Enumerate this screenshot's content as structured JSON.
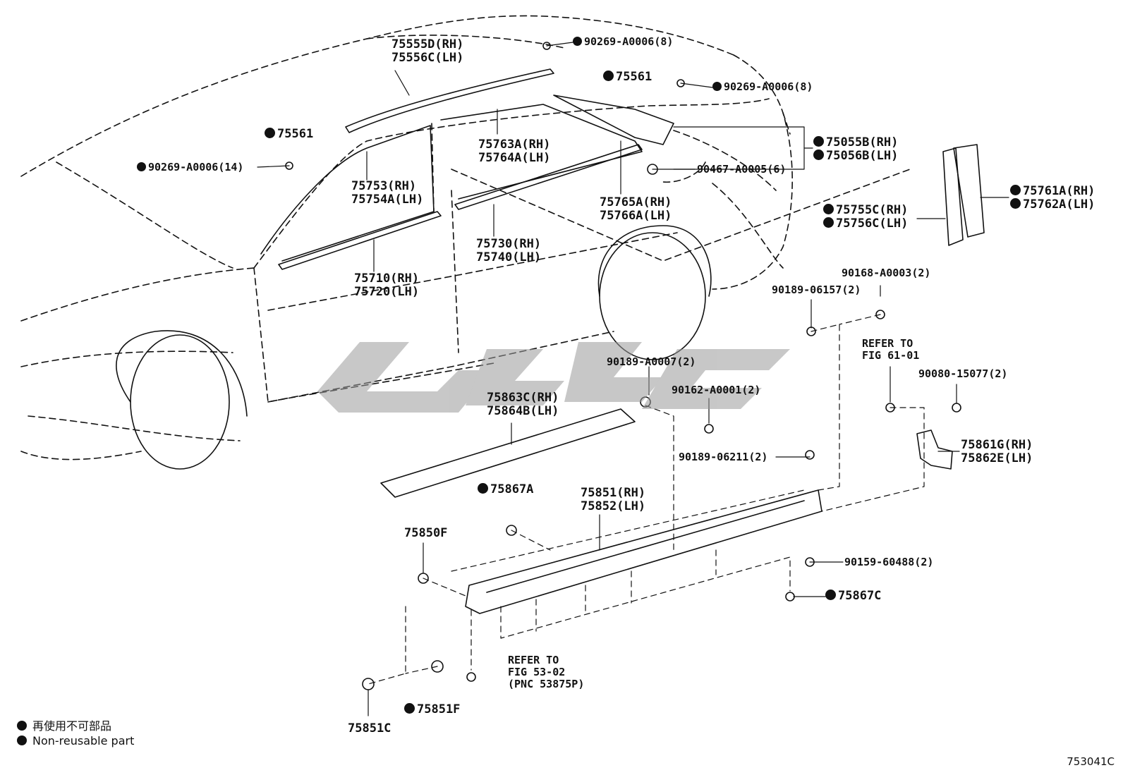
{
  "labels": [
    {
      "id": "l1",
      "lines": [
        "75555D(RH)",
        "75556C(LH)"
      ],
      "dot": false
    },
    {
      "id": "l2",
      "lines": [
        "90269-A0006(8)"
      ],
      "dot": true
    },
    {
      "id": "l3",
      "lines": [
        "75561"
      ],
      "dot": true
    },
    {
      "id": "l4",
      "lines": [
        "90269-A0006(8)"
      ],
      "dot": true
    },
    {
      "id": "l5",
      "lines": [
        "75561"
      ],
      "dot": true
    },
    {
      "id": "l6",
      "lines": [
        "90269-A0006(14)"
      ],
      "dot": true
    },
    {
      "id": "l7",
      "lines": [
        "75763A(RH)",
        "75764A(LH)"
      ],
      "dot": false
    },
    {
      "id": "l8",
      "lines": [
        "75055B(RH)",
        "75056B(LH)"
      ],
      "dot": true
    },
    {
      "id": "l9",
      "lines": [
        "90467-A0005(6)"
      ],
      "dot": false
    },
    {
      "id": "l10",
      "lines": [
        "75753(RH)",
        "75754A(LH)"
      ],
      "dot": false
    },
    {
      "id": "l11",
      "lines": [
        "75765A(RH)",
        "75766A(LH)"
      ],
      "dot": false
    },
    {
      "id": "l12",
      "lines": [
        "75761A(RH)",
        "75762A(LH)"
      ],
      "dot": true
    },
    {
      "id": "l13",
      "lines": [
        "75755C(RH)",
        "75756C(LH)"
      ],
      "dot": true
    },
    {
      "id": "l14",
      "lines": [
        "75730(RH)",
        "75740(LH)"
      ],
      "dot": false
    },
    {
      "id": "l15",
      "lines": [
        "75710(RH)",
        "75720(LH)"
      ],
      "dot": false
    },
    {
      "id": "l16",
      "lines": [
        "90168-A0003(2)"
      ],
      "dot": false
    },
    {
      "id": "l17",
      "lines": [
        "90189-06157(2)"
      ],
      "dot": false
    },
    {
      "id": "l18",
      "lines": [
        "REFER TO",
        "FIG 61-01"
      ],
      "dot": false
    },
    {
      "id": "l19",
      "lines": [
        "90189-A0007(2)"
      ],
      "dot": false
    },
    {
      "id": "l20",
      "lines": [
        "90080-15077(2)"
      ],
      "dot": false
    },
    {
      "id": "l21",
      "lines": [
        "75863C(RH)",
        "75864B(LH)"
      ],
      "dot": false
    },
    {
      "id": "l22",
      "lines": [
        "90162-A0001(2)"
      ],
      "dot": false
    },
    {
      "id": "l23",
      "lines": [
        "75861G(RH)",
        "75862E(LH)"
      ],
      "dot": false
    },
    {
      "id": "l24",
      "lines": [
        "90189-06211(2)"
      ],
      "dot": false
    },
    {
      "id": "l25",
      "lines": [
        "75867A"
      ],
      "dot": true
    },
    {
      "id": "l26",
      "lines": [
        "75851(RH)",
        "75852(LH)"
      ],
      "dot": false
    },
    {
      "id": "l27",
      "lines": [
        "75850F"
      ],
      "dot": false
    },
    {
      "id": "l28",
      "lines": [
        "90159-60488(2)"
      ],
      "dot": false
    },
    {
      "id": "l29",
      "lines": [
        "75867C"
      ],
      "dot": true
    },
    {
      "id": "l30",
      "lines": [
        "REFER TO",
        "FIG 53-02",
        "(PNC 53875P)"
      ],
      "dot": false
    },
    {
      "id": "l31",
      "lines": [
        "75851F"
      ],
      "dot": true
    },
    {
      "id": "l32",
      "lines": [
        "75851C"
      ],
      "dot": false
    }
  ],
  "legend": {
    "cn": "再使用不可部品",
    "en": "Non-reusable part"
  },
  "figure_code": "753041C"
}
